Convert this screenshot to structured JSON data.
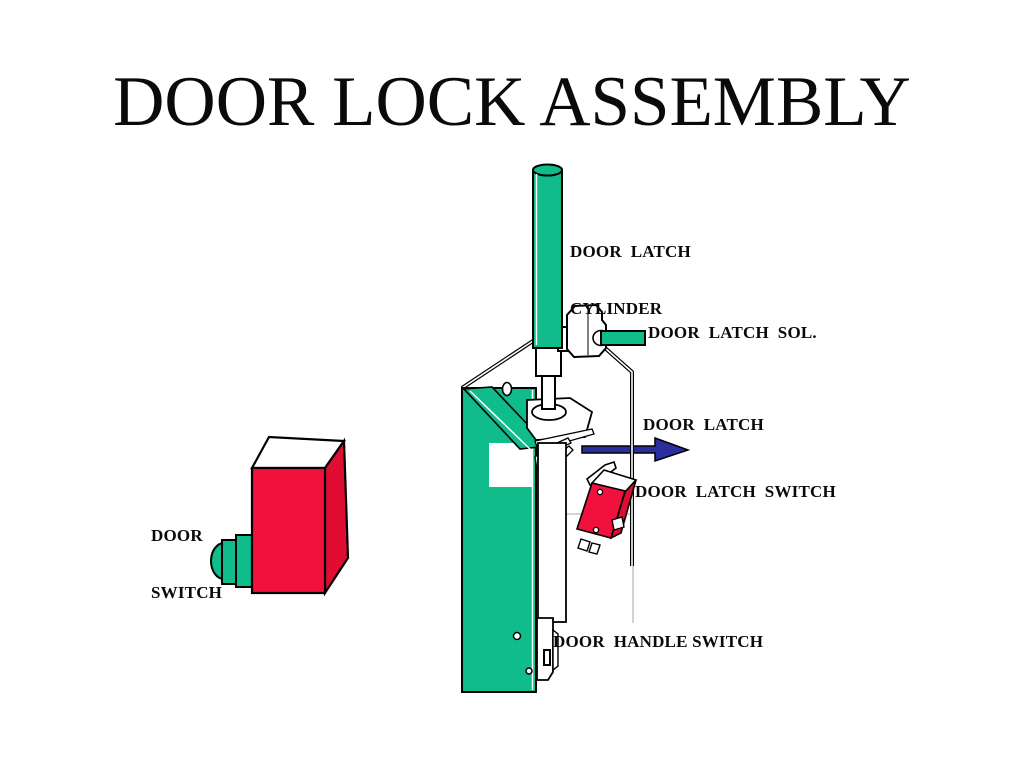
{
  "title": "DOOR LOCK ASSEMBLY",
  "labels": {
    "door_latch_cylinder_line1": "DOOR  LATCH",
    "door_latch_cylinder_line2": "CYLINDER",
    "door_latch_sol": "DOOR  LATCH  SOL.",
    "door_latch": "DOOR  LATCH",
    "door_latch_switch": "DOOR  LATCH  SWITCH",
    "door_switch_line1": "DOOR",
    "door_switch_line2": "SWITCH",
    "door_handle_switch": "DOOR  HANDLE SWITCH"
  },
  "colors": {
    "background": "#FFFFFF",
    "part_green": "#10BC8C",
    "part_red": "#F2113C",
    "part_red_shade": "#DF0D32",
    "arrow_blue": "#2B2F9E",
    "faint_gray": "#C6C6C6",
    "text_black": "#0A0A0A"
  },
  "diagram": {
    "type": "exploded technical illustration of a door lock assembly",
    "parts": [
      {
        "name": "door-latch-cylinder",
        "fill": "part_green"
      },
      {
        "name": "door-latch-solenoid",
        "fill": "part_green"
      },
      {
        "name": "door-latch",
        "fill": "white"
      },
      {
        "name": "door-latch-switch",
        "fill": "part_red"
      },
      {
        "name": "door-switch",
        "fill": "part_red"
      },
      {
        "name": "door-handle-switch",
        "fill": "white"
      },
      {
        "name": "latch-direction-arrow",
        "fill": "arrow_blue"
      },
      {
        "name": "mounting-bracket",
        "fill": "white"
      },
      {
        "name": "door-panel",
        "fill": "part_green"
      }
    ]
  }
}
